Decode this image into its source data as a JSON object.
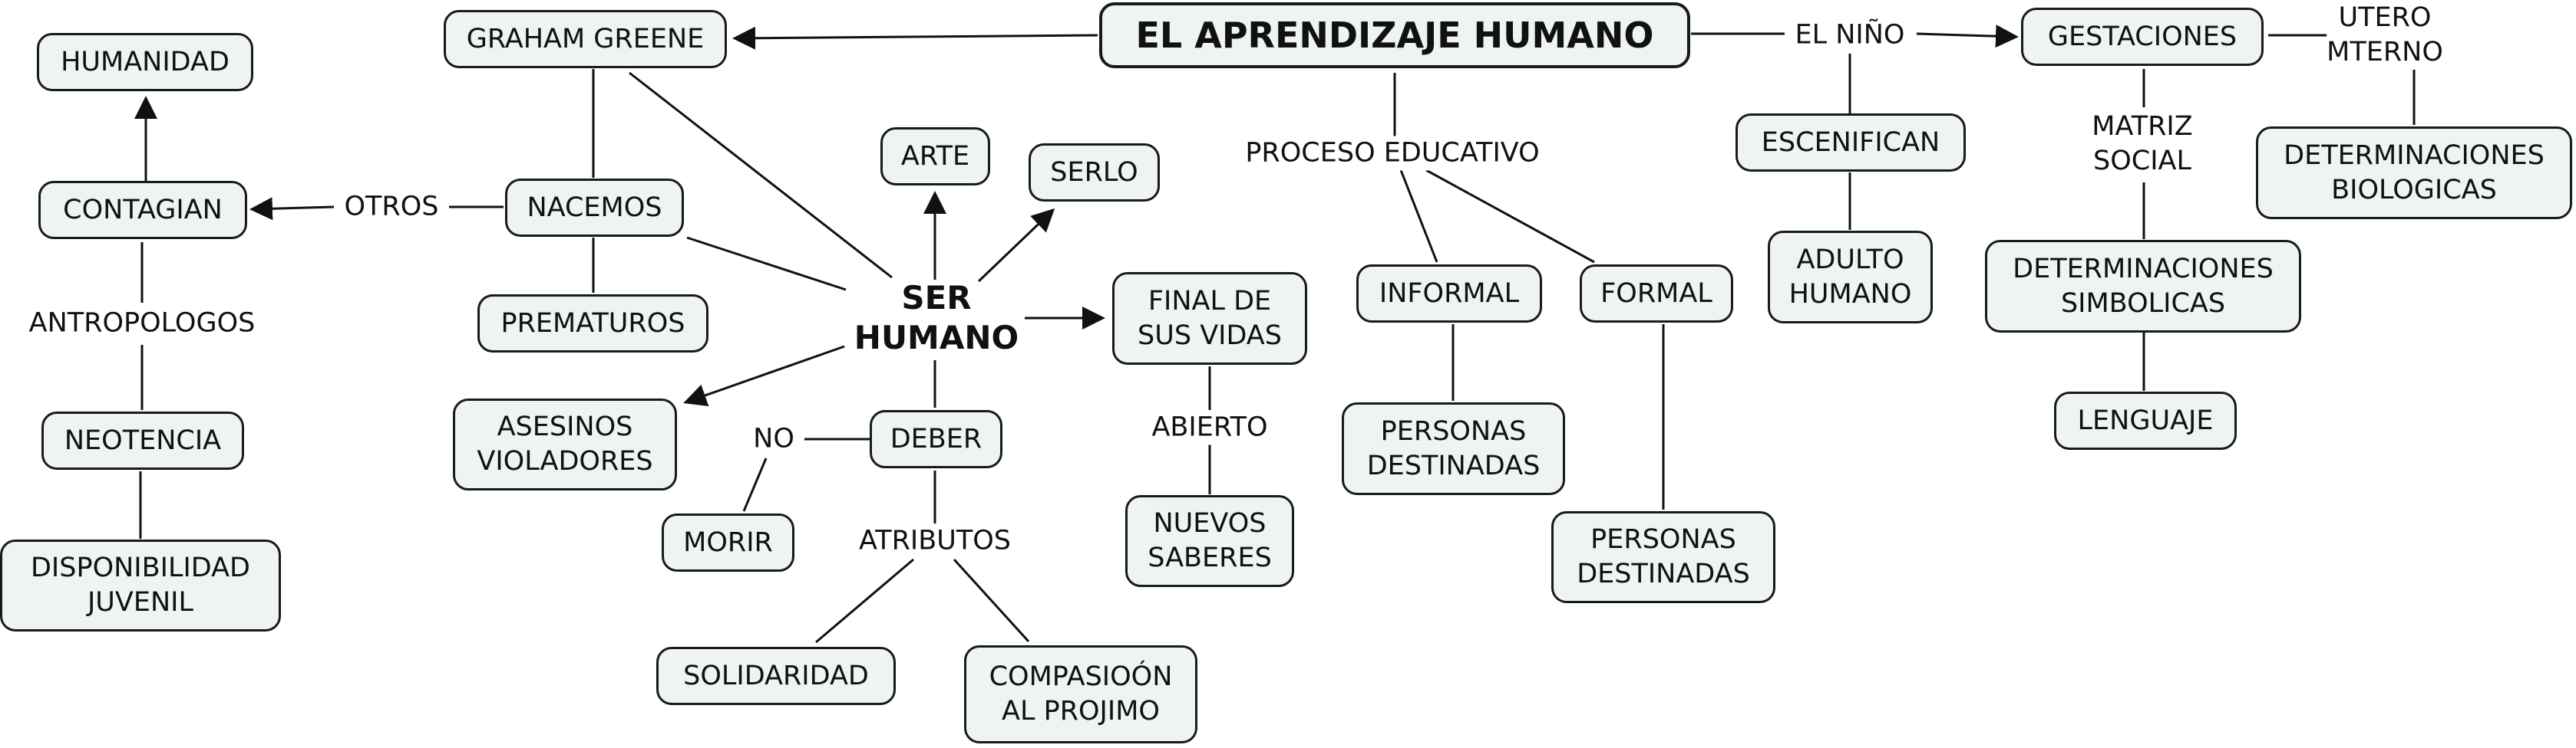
{
  "concept_map": {
    "root": "EL APRENDIZAJE HUMANO",
    "graham_greene": "GRAHAM GREENE",
    "humanidad": "HUMANIDAD",
    "contagian": "CONTAGIAN",
    "nacemos": "NACEMOS",
    "prematuros": "PREMATUROS",
    "asesinos": "ASESINOS\nVIOLADORES",
    "neotencia": "NEOTENCIA",
    "disponibilidad": "DISPONIBILIDAD\nJUVENIL",
    "arte": "ARTE",
    "serlo": "SERLO",
    "ser_humano": "SER\nHUMANO",
    "final_vidas": "FINAL DE\nSUS VIDAS",
    "deber": "DEBER",
    "morir": "MORIR",
    "nuevos_saberes": "NUEVOS\nSABERES",
    "solidaridad": "SOLIDARIDAD",
    "compasion": "COMPASIOÓN\nAL PROJIMO",
    "informal": "INFORMAL",
    "formal": "FORMAL",
    "personas_1": "PERSONAS\nDESTINADAS",
    "personas_2": "PERSONAS\nDESTINADAS",
    "escenifican": "ESCENIFICAN",
    "adulto_humano": "ADULTO\nHUMANO",
    "gestaciones": "GESTACIONES",
    "det_biologicas": "DETERMINACIONES\nBIOLOGICAS",
    "det_simbolicas": "DETERMINACIONES\nSIMBOLICAS",
    "lenguaje": "LENGUAJE"
  },
  "links": {
    "otros": "OTROS",
    "antropologos": "ANTROPOLOGOS",
    "no": "NO",
    "atributos": "ATRIBUTOS",
    "abierto": "ABIERTO",
    "proceso_educativo": "PROCESO EDUCATIVO",
    "el_nino": "EL NIÑO",
    "matriz_social": "MATRIZ\nSOCIAL",
    "utero_mterno": "UTERO\nMTERNO"
  },
  "colors": {
    "node_fill": "#eef3f4",
    "stroke": "#1a1a1a",
    "text": "#111111"
  }
}
